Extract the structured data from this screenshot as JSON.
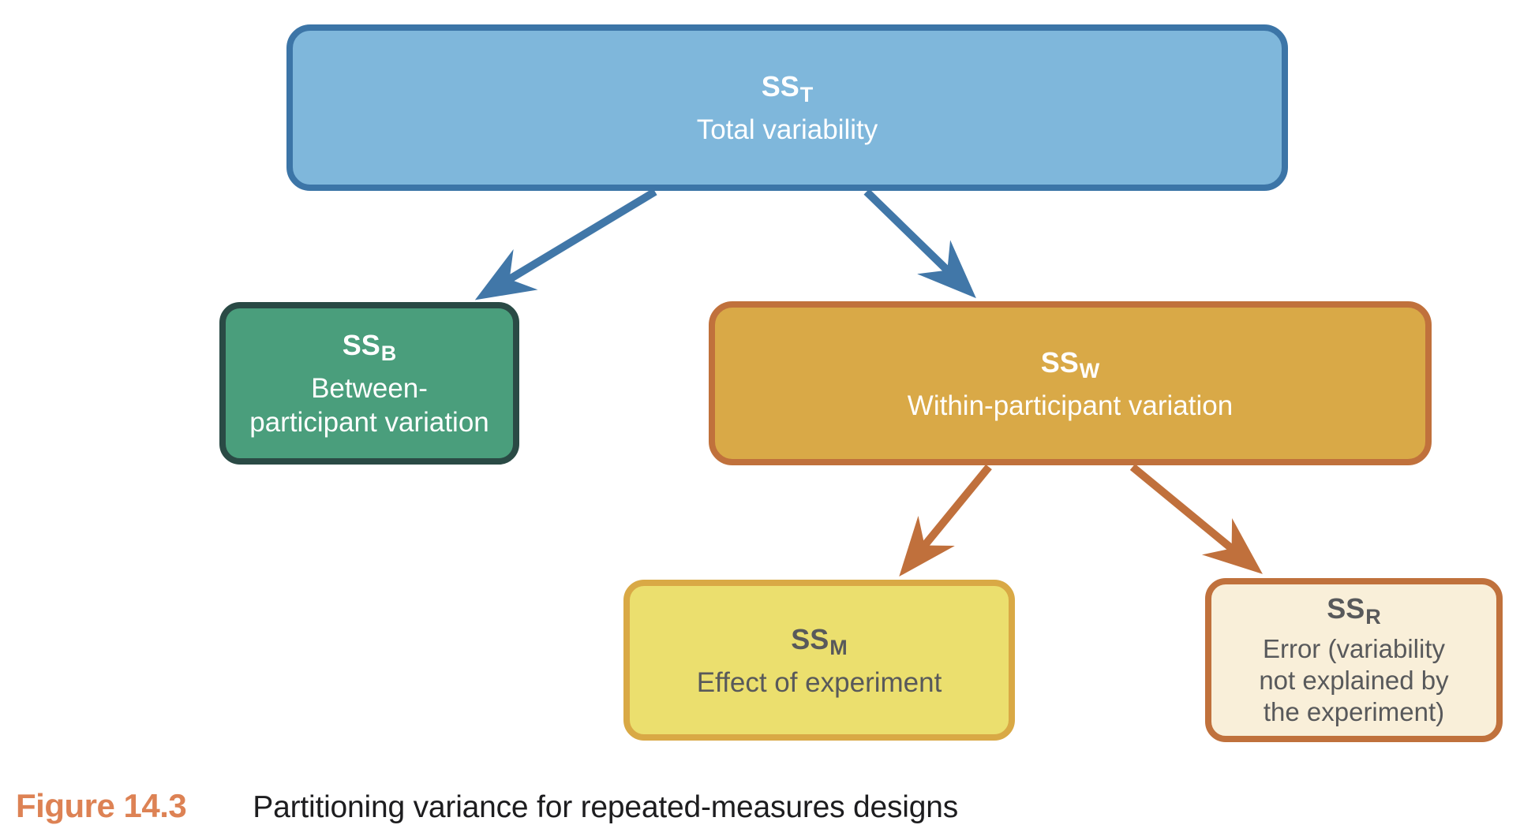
{
  "figure_caption": {
    "label": "Figure 14.3",
    "text": "Partitioning variance for repeated-measures designs"
  },
  "nodes": {
    "sst": {
      "symbol": "SS",
      "subscript": "T",
      "label_lines": [
        "Total variability"
      ]
    },
    "ssb": {
      "symbol": "SS",
      "subscript": "B",
      "label_lines": [
        "Between-",
        "participant variation"
      ]
    },
    "ssw": {
      "symbol": "SS",
      "subscript": "W",
      "label_lines": [
        "Within-participant variation"
      ]
    },
    "ssm": {
      "symbol": "SS",
      "subscript": "M",
      "label_lines": [
        "Effect of experiment"
      ]
    },
    "ssr": {
      "symbol": "SS",
      "subscript": "R",
      "label_lines": [
        "Error (variability",
        "not explained by",
        "the experiment)"
      ]
    }
  },
  "arrows": [
    {
      "from": "sst",
      "to": "ssb",
      "color_key": "arrow_blue"
    },
    {
      "from": "sst",
      "to": "ssw",
      "color_key": "arrow_blue"
    },
    {
      "from": "ssw",
      "to": "ssm",
      "color_key": "arrow_orange"
    },
    {
      "from": "ssw",
      "to": "ssr",
      "color_key": "arrow_orange"
    }
  ],
  "colors": {
    "sst_fill": "#7fb7db",
    "sst_border": "#3c75a7",
    "ssb_fill": "#4a9e7c",
    "ssb_border": "#2a4a45",
    "ssw_fill": "#d9a947",
    "ssw_border": "#c0713c",
    "ssm_fill": "#ebdf6e",
    "ssm_border": "#d9a945",
    "ssr_fill": "#f9efd9",
    "ssr_border": "#c0713c",
    "arrow_blue": "#4177a8",
    "arrow_orange": "#c0703c",
    "caption_label": "#dd8254",
    "caption_text": "#1d1d1f",
    "dark_text": "#58595b"
  }
}
